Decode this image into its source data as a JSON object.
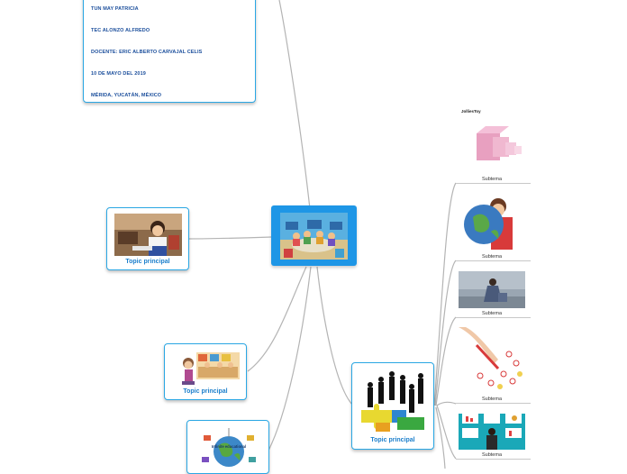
{
  "info_card": {
    "lines": [
      "TUN MAY PATRICIA",
      "TEC ALONZO ALFREDO",
      "DOCENTE: ERIC ALBERTO CARVAJAL CELIS",
      "10 DE MAYO DEL 2019",
      "MÉRIDA, YUCATÁN, MÉXICO"
    ]
  },
  "topics": {
    "left": "Topic principal",
    "lower_left": "Topic principal",
    "right": "Topic principal"
  },
  "subtopics": [
    "Subtema",
    "Subtema",
    "Subtema",
    "Subtema",
    "Subtema"
  ],
  "image_texts": {
    "jolliertoy": "JolliesToy",
    "education": "Infinite educational"
  },
  "colors": {
    "accent": "#1e96e6",
    "border": "#2aa7e4",
    "connector": "#b4b4b4",
    "text_dark_blue": "#1c4f9c"
  }
}
